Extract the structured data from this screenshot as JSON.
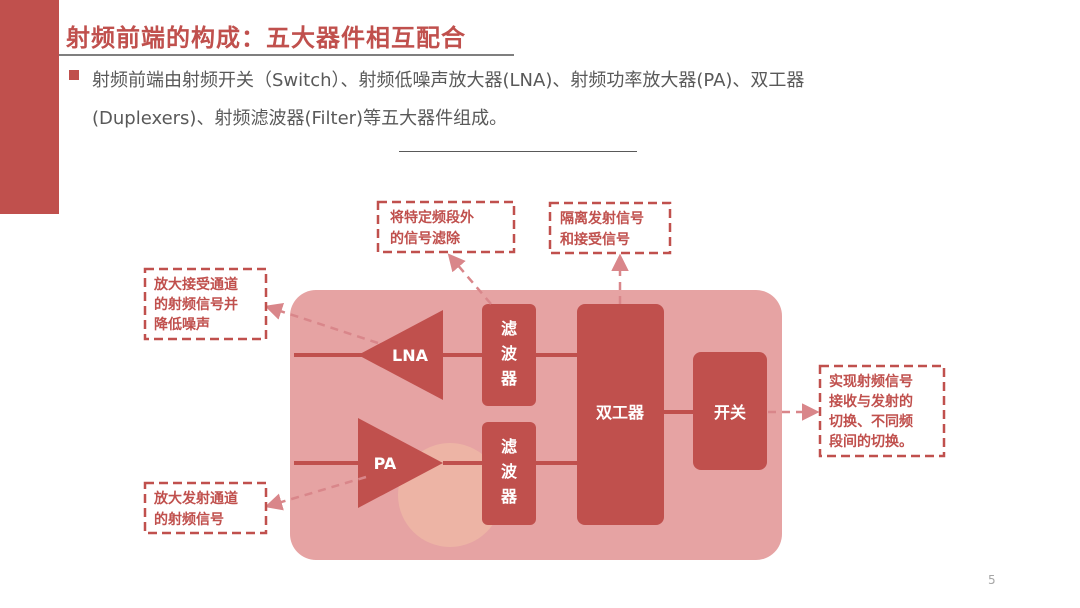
{
  "title": "射频前端的构成：五大器件相互配合",
  "body": {
    "line1": "射频前端由射频开关（Switch）、射频低噪声放大器(LNA)、射频功率放大器(PA)、双工器",
    "line2": "(Duplexers)、射频滤波器(Filter)等五大器件组成。"
  },
  "diagram": {
    "lna": "LNA",
    "pa": "PA",
    "filter": [
      "滤",
      "波",
      "器"
    ],
    "duplexer": "双工器",
    "switch": "开关"
  },
  "callouts": {
    "filter_note": [
      "将特定频段外",
      "的信号滤除"
    ],
    "duplexer_note": [
      "隔离发射信号",
      "和接受信号"
    ],
    "lna_note": [
      "放大接受通道",
      "的射频信号并",
      "降低噪声"
    ],
    "pa_note": [
      "放大发射通道",
      "的射频信号"
    ],
    "switch_note": [
      "实现射频信号",
      "接收与发射的",
      "切换、不同频",
      "段间的切换。"
    ]
  },
  "page_number": "5",
  "colors": {
    "accent": "#c0504d",
    "panel": "#e6a3a3",
    "block": "#c0504d"
  }
}
